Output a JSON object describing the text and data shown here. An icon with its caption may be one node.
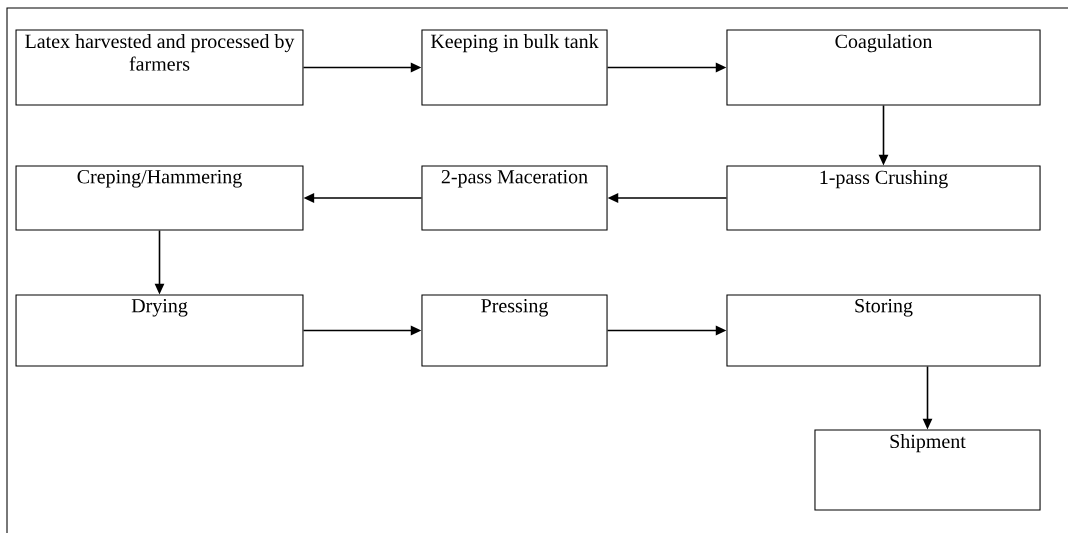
{
  "diagram": {
    "nodes": [
      {
        "text": [
          "Latex harvested and processed by farmers"
        ]
      },
      {
        "text": [
          "Keeping in bulk tank"
        ]
      },
      {
        "text": [
          "Coagulation"
        ]
      },
      {
        "text": [
          "1-pass Crushing"
        ]
      },
      {
        "text": [
          "2-pass Maceration"
        ]
      },
      {
        "text": [
          "Creping/Hammering"
        ]
      },
      {
        "text": [
          "Drying"
        ]
      },
      {
        "text": [
          "Pressing"
        ]
      },
      {
        "text": [
          "Storing"
        ]
      },
      {
        "text": [
          "Shipment"
        ]
      }
    ],
    "edges": [
      {
        "from": 0,
        "to": 1,
        "arrow": "to"
      },
      {
        "from": 1,
        "to": 2,
        "arrow": "to"
      },
      {
        "from": 2,
        "to": 3,
        "arrow": "to"
      },
      {
        "from": 3,
        "to": 4,
        "arrow": "to"
      },
      {
        "from": 4,
        "to": 5,
        "arrow": "to"
      },
      {
        "from": 5,
        "to": 6,
        "arrow": "to"
      },
      {
        "from": 6,
        "to": 7,
        "arrow": "to"
      },
      {
        "from": 7,
        "to": 8,
        "arrow": "to"
      },
      {
        "from": 8,
        "to": 9,
        "arrow": "to"
      }
    ]
  }
}
